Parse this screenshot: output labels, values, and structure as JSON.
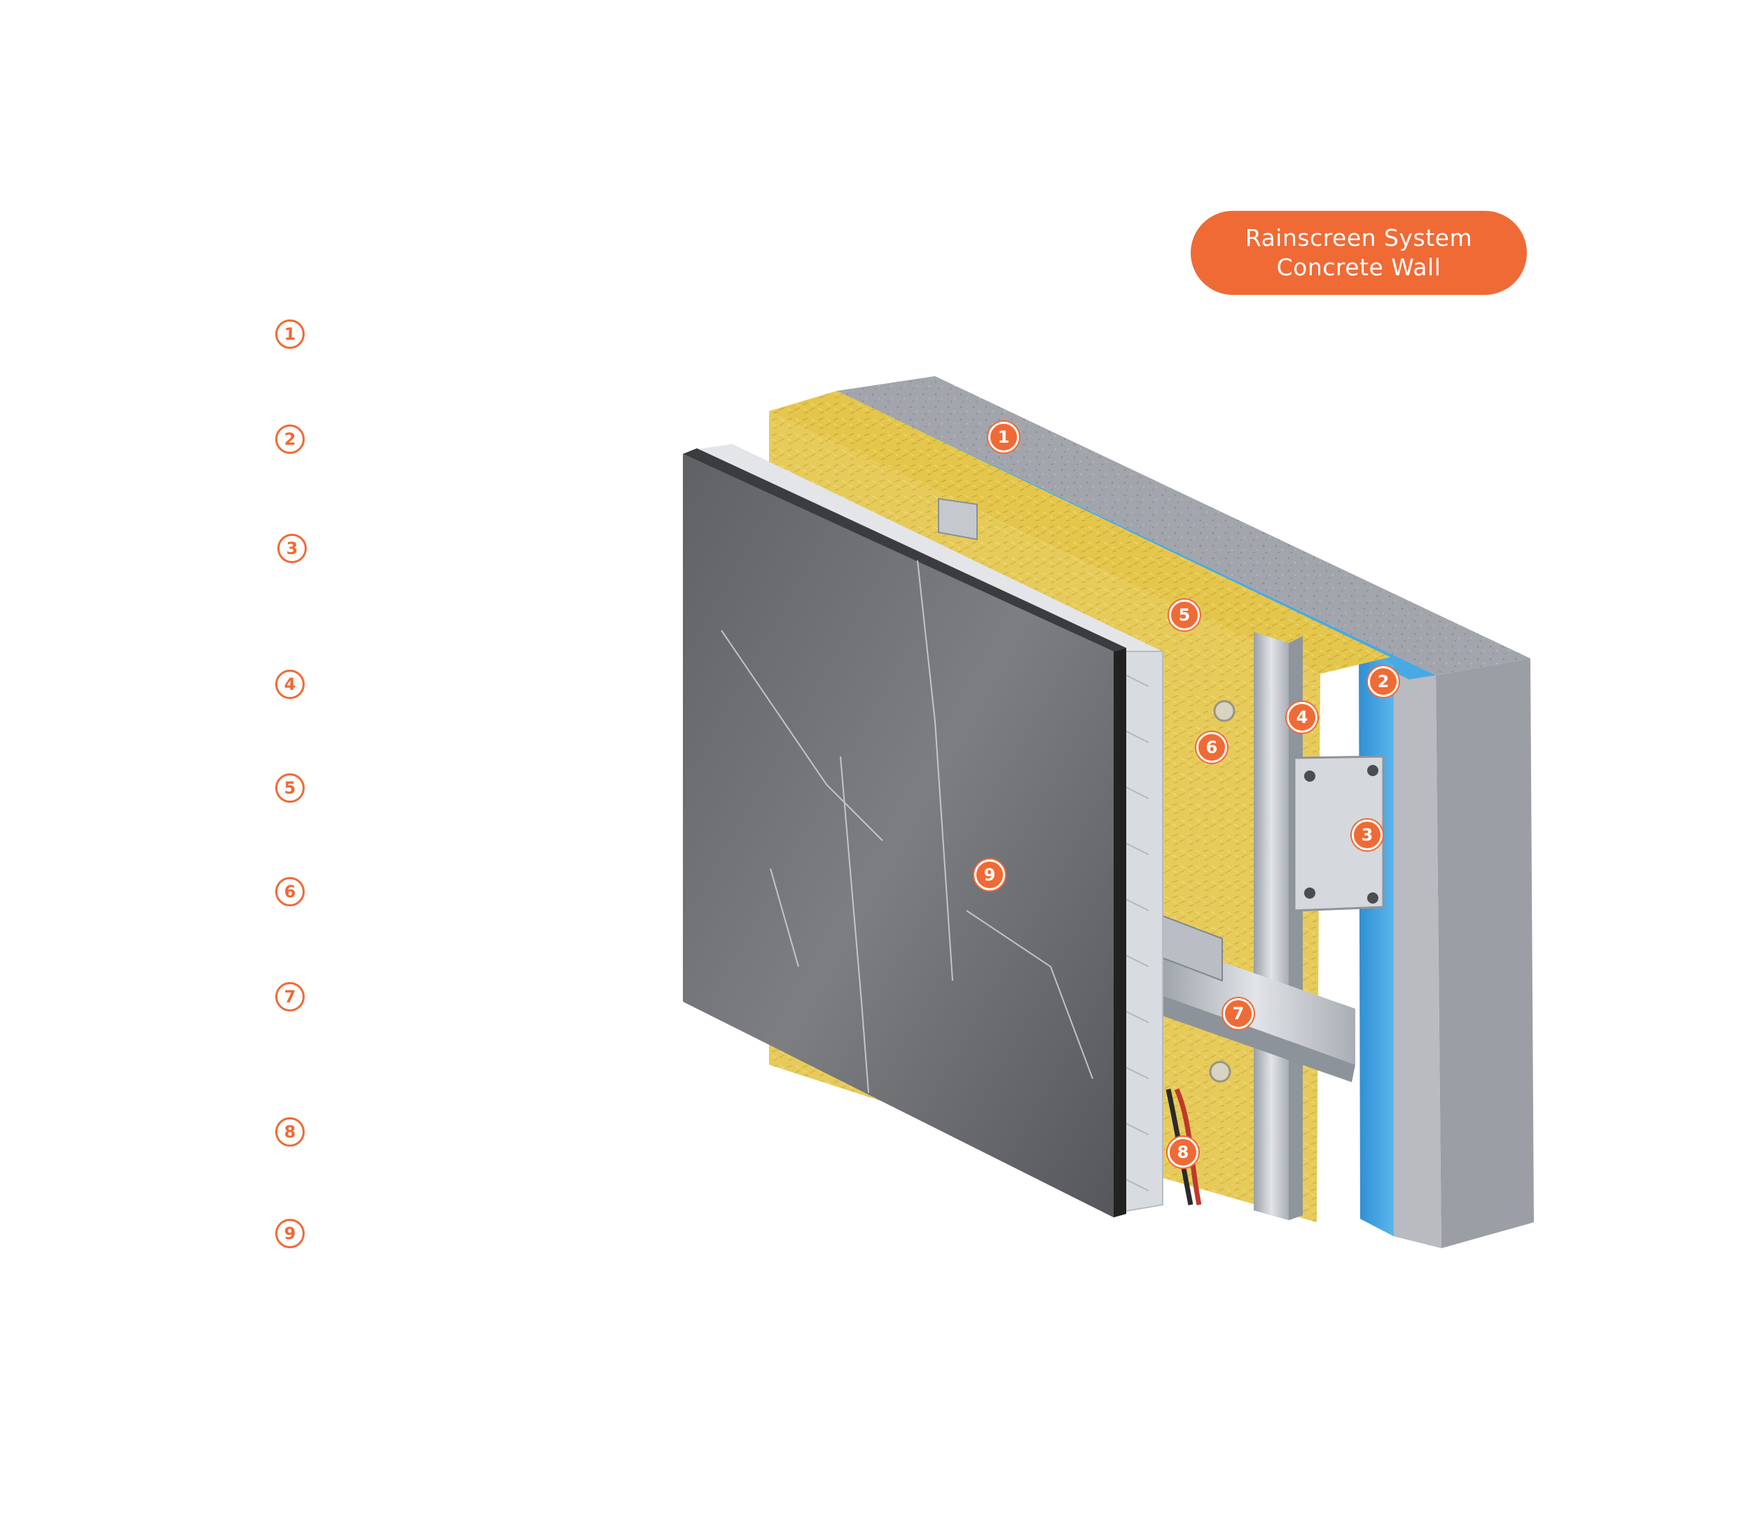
{
  "colors": {
    "accent": "#f06a35",
    "concrete": "#a7a9b1",
    "membrane": "#3aa0e0",
    "insulation": "#e8c94a",
    "marble": "#6f7174",
    "honeycomb": "#e6e8ea",
    "rail": "#c3c7cc"
  },
  "badge": {
    "line1": "Rainscreen System",
    "line2": "Concrete Wall"
  },
  "legend_numbers": [
    "1",
    "2",
    "3",
    "4",
    "5",
    "6",
    "7",
    "8",
    "9"
  ],
  "callouts": {
    "concrete_wall": "1",
    "membrane": "2",
    "bracket": "3",
    "vertical_rail": "4",
    "insulation": "5",
    "insulation_anchor": "6",
    "horizontal_rail": "7",
    "cable": "8",
    "panel": "9"
  }
}
